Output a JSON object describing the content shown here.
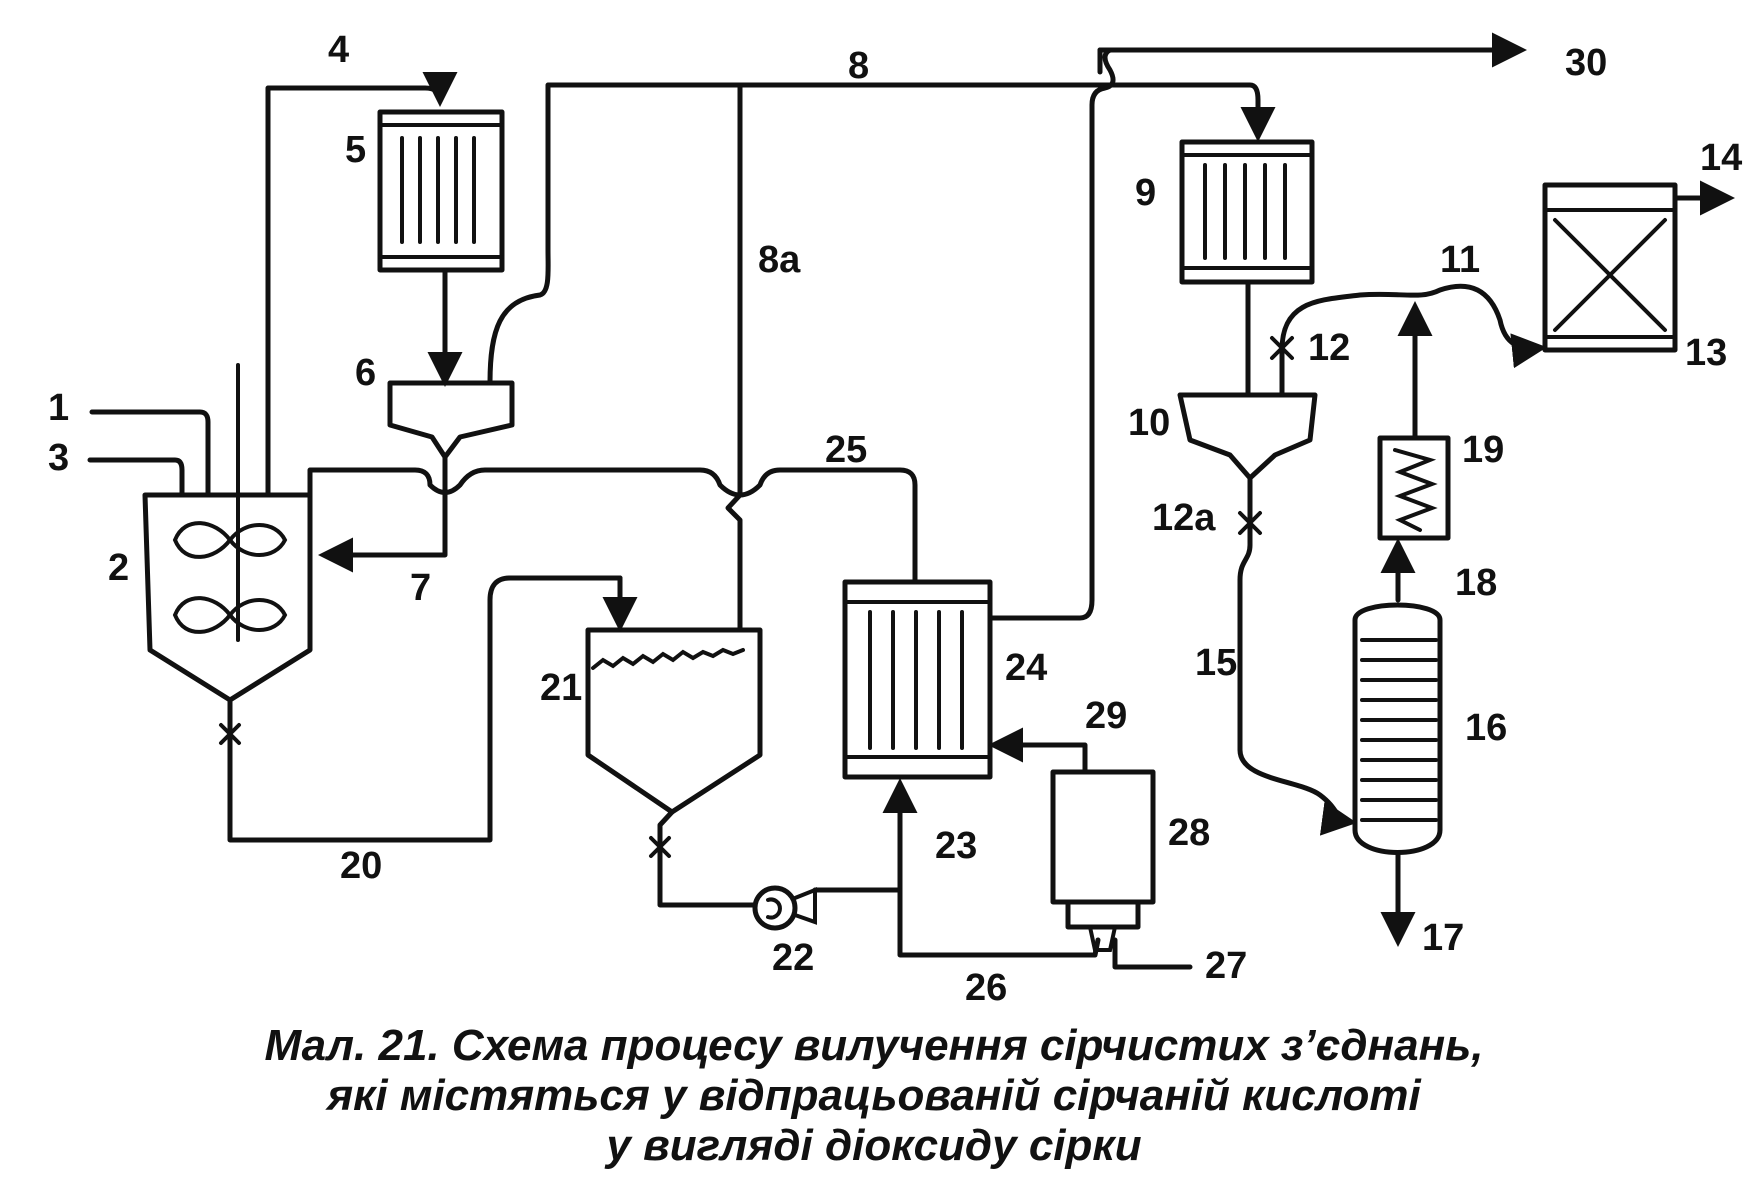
{
  "labels": {
    "l1": "1",
    "l2": "2",
    "l3": "3",
    "l4": "4",
    "l5": "5",
    "l6": "6",
    "l7": "7",
    "l8": "8",
    "l8a": "8а",
    "l9": "9",
    "l10": "10",
    "l11": "11",
    "l12": "12",
    "l12a": "12а",
    "l13": "13",
    "l14": "14",
    "l15": "15",
    "l16": "16",
    "l17": "17",
    "l18": "18",
    "l19": "19",
    "l20": "20",
    "l21": "21",
    "l22": "22",
    "l23": "23",
    "l24": "24",
    "l25": "25",
    "l26": "26",
    "l27": "27",
    "l28": "28",
    "l29": "29",
    "l30": "30"
  },
  "caption": {
    "line1": "Мал. 21. Схема процесу вилучення сірчистих з’єднань,",
    "line2": "які містяться у відпрацьованій сірчаній кислоті",
    "line3": "у вигляді діоксиду сірки"
  }
}
